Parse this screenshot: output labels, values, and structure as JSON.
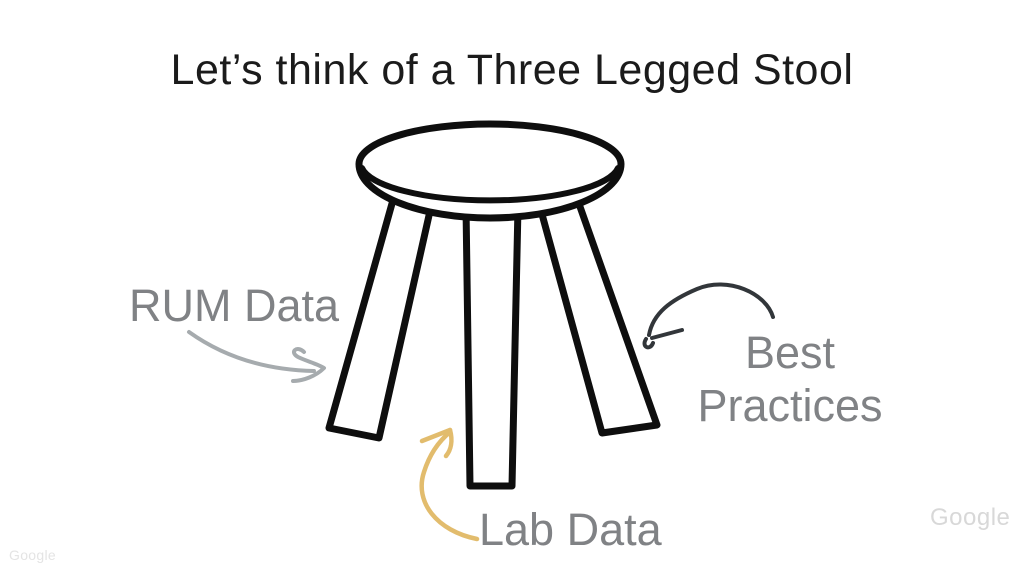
{
  "slide": {
    "title": "Let’s think of a Three Legged Stool",
    "labels": {
      "rum": "RUM Data",
      "best_line1": "Best",
      "best_line2": "Practices",
      "lab": "Lab Data"
    },
    "watermark_bottom_right": "Google",
    "watermark_bottom_left": "Google",
    "colors": {
      "background": "#ffffff",
      "title_text": "#1b1b1b",
      "label_gray": "#808285",
      "stool_stroke": "#0e0e0e",
      "stool_fill": "#ffffff",
      "arrow_gray": "#a6abae",
      "arrow_dark": "#32363a",
      "arrow_yellow": "#e2bc6d",
      "watermark_gray": "#d8d8d8",
      "watermark_faint": "#e4e4e4"
    }
  }
}
